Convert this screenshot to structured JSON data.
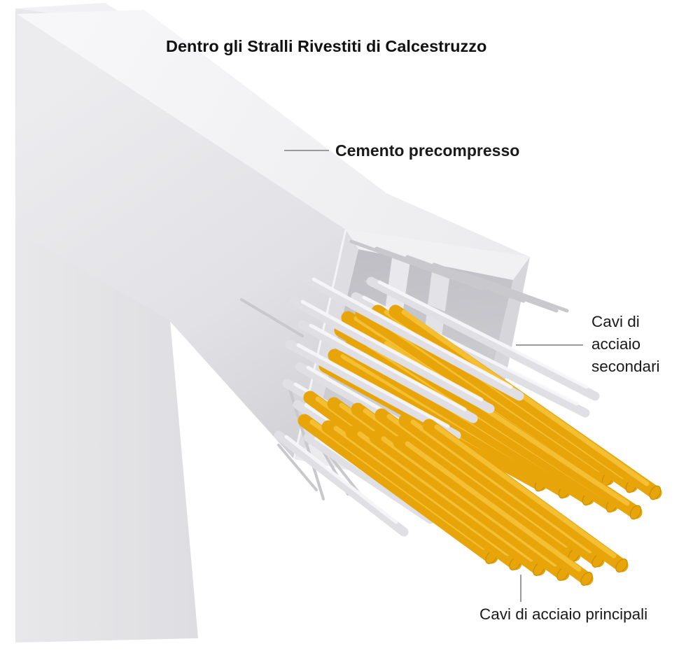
{
  "title": "Dentro gli Stralli Rivestiti di Calcestruzzo",
  "labels": {
    "concrete": "Cemento precompresso",
    "secondary": "Cavi di acciaio secondari",
    "secondary_lines": [
      "Cavi di",
      "acciaio",
      "secondari"
    ],
    "main": "Cavi di acciaio principali"
  },
  "diagram": {
    "parts": [
      {
        "name": "pylon",
        "description": "vertical concrete pylon"
      },
      {
        "name": "concrete-beam",
        "description": "prestressed concrete casing around the stay"
      },
      {
        "name": "secondary-steel-cables",
        "description": "thin gray steel cables"
      },
      {
        "name": "main-steel-cables",
        "description": "thick yellow steel cables"
      }
    ]
  },
  "colors": {
    "background": "#FFFFFF",
    "label_text": "#1A1A1A",
    "leader_line": "#9B9B9B",
    "main_cables": "#E7A509",
    "main_cables_highlight": "#F7C33B",
    "secondary_cables": "#E0E0E4",
    "concrete_light": "#F5F5F7",
    "concrete_mid": "#E7E7EA",
    "concrete_dark": "#D5D5D9"
  }
}
